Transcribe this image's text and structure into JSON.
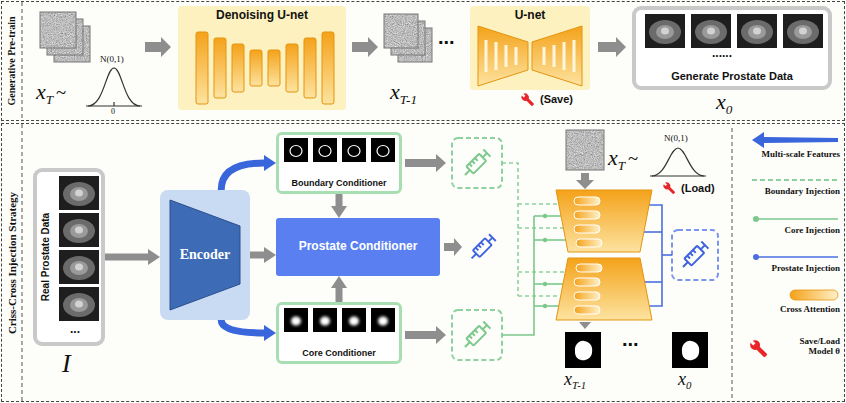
{
  "diagram": {
    "nodes": [
      {
        "text": [
          "Generative Pre-train"
        ]
      },
      {
        "text": [
          "Criss-Cross Injection Strategy"
        ]
      },
      {
        "text": [
          "Denoising U-net"
        ],
        "in": 0
      },
      {
        "text": [
          "U-net"
        ],
        "in": 0
      },
      {
        "text": [
          "Generate Prostate Data"
        ],
        "in": 0
      },
      {
        "text": [
          "Real Prostate Data"
        ],
        "in": 1
      },
      {
        "text": [
          "Encoder"
        ],
        "in": 1
      },
      {
        "text": [
          "Boundary Conditioner"
        ],
        "in": 1
      },
      {
        "text": [
          "Prostate Conditioner"
        ],
        "in": 1
      },
      {
        "text": [
          "Core Conditioner"
        ],
        "in": 1
      }
    ],
    "edges": [
      {
        "from": 5,
        "to": 6,
        "arrow": "to"
      },
      {
        "from": 6,
        "to": 7,
        "arrow": "to"
      },
      {
        "from": 6,
        "to": 9,
        "arrow": "to"
      },
      {
        "from": 6,
        "to": 8,
        "arrow": "to"
      },
      {
        "from": 7,
        "to": 8,
        "arrow": "to"
      },
      {
        "from": 9,
        "to": 8,
        "arrow": "to"
      }
    ],
    "labels": [
      "x",
      "T",
      "~",
      "N(0,1)",
      "0",
      "x",
      "T-1",
      "...",
      "(Save)",
      "......",
      "x",
      "0",
      "I",
      "x",
      "T",
      "~",
      "N(0,1)",
      "(Load)",
      "x",
      "T-1",
      "...",
      "x",
      "0",
      "..."
    ],
    "legend": [
      {
        "text": "Multi-scale Features"
      },
      {
        "text": "Boundary Injection"
      },
      {
        "text": "Core Injection"
      },
      {
        "text": "Prostate Injection"
      },
      {
        "text": "Cross Attention"
      },
      {
        "text": "Save/Load Model θ"
      }
    ]
  }
}
